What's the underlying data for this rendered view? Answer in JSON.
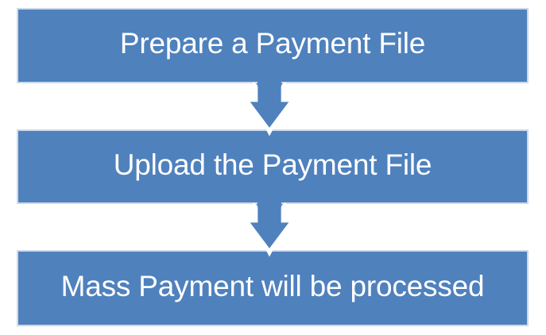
{
  "diagram": {
    "type": "process-flow",
    "direction": "top-to-bottom",
    "steps": [
      {
        "label": "Prepare a Payment File"
      },
      {
        "label": "Upload the Payment File"
      },
      {
        "label": "Mass Payment will be processed"
      }
    ],
    "connectors": [
      {
        "icon": "down-arrow"
      },
      {
        "icon": "down-arrow"
      }
    ],
    "colors": {
      "background": "#ffffff",
      "bar_fill": "#4f81bd",
      "bar_border": "#ccd9ec",
      "arrow_fill": "#4f81bd",
      "arrow_outline": "#ffffff",
      "text": "#ffffff"
    }
  }
}
